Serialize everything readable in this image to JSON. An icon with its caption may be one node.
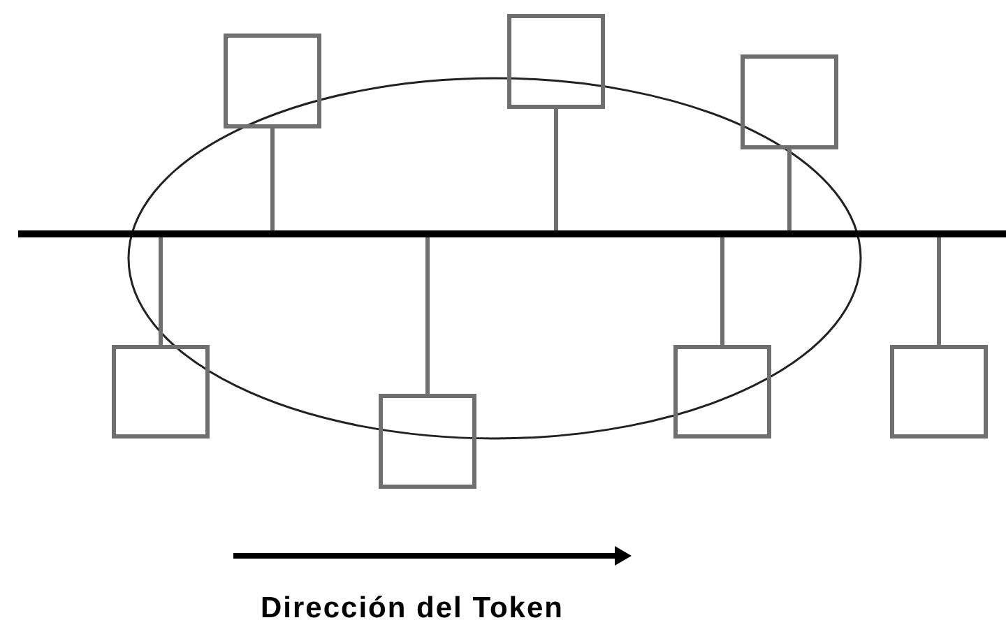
{
  "diagram": {
    "nodes": [
      {
        "text": [],
        "shape": "bar"
      },
      {
        "text": [],
        "shape": "box"
      },
      {
        "text": [],
        "shape": "box"
      },
      {
        "text": [],
        "shape": "box"
      },
      {
        "text": [],
        "shape": "box"
      },
      {
        "text": [],
        "shape": "box"
      },
      {
        "text": [],
        "shape": "box"
      },
      {
        "text": [],
        "shape": "box"
      }
    ],
    "edges": [
      {
        "from": 0,
        "to": 1,
        "arrow": "none"
      },
      {
        "from": 0,
        "to": 2,
        "arrow": "none"
      },
      {
        "from": 0,
        "to": 3,
        "arrow": "none"
      },
      {
        "from": 0,
        "to": 4,
        "arrow": "none"
      },
      {
        "from": 0,
        "to": 5,
        "arrow": "none"
      },
      {
        "from": 0,
        "to": 6,
        "arrow": "none"
      },
      {
        "from": 0,
        "to": 7,
        "arrow": "none"
      }
    ],
    "labels": [
      "Dirección del Token"
    ]
  }
}
